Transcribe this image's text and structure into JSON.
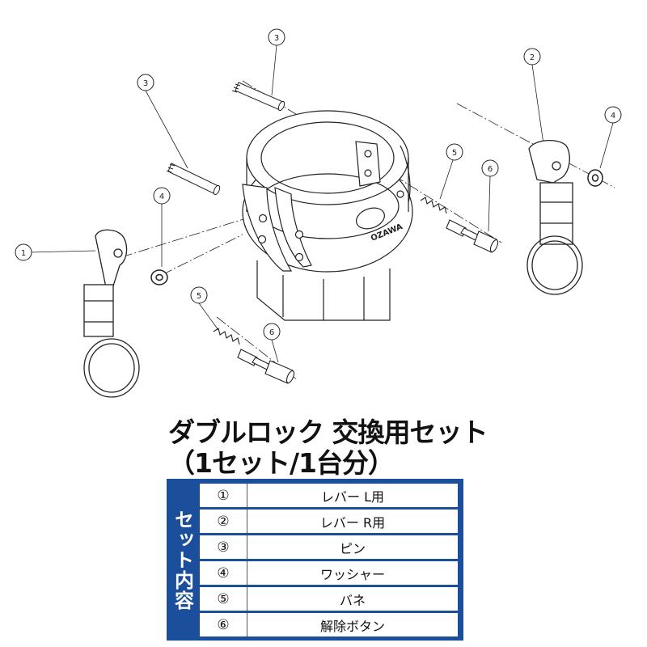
{
  "diagram": {
    "callouts": [
      "①",
      "②",
      "③",
      "③",
      "④",
      "④",
      "⑤",
      "⑤",
      "⑥",
      "⑥"
    ],
    "callout_numbers": [
      "1",
      "2",
      "3",
      "3",
      "4",
      "4",
      "5",
      "5",
      "6",
      "6"
    ],
    "logo_text": "OZAWA"
  },
  "title": {
    "line1": "ダブルロック 交換用セット",
    "line2": "（1セット/1台分）"
  },
  "table": {
    "side_label": "セット内容",
    "rows": [
      {
        "num": "①",
        "name": "レバー L用"
      },
      {
        "num": "②",
        "name": "レバー R用"
      },
      {
        "num": "③",
        "name": "ピン"
      },
      {
        "num": "④",
        "name": "ワッシャー"
      },
      {
        "num": "⑤",
        "name": "バネ"
      },
      {
        "num": "⑥",
        "name": "解除ボタン"
      }
    ]
  },
  "colors": {
    "table_blue": "#1b4e9b",
    "line": "#222222"
  }
}
